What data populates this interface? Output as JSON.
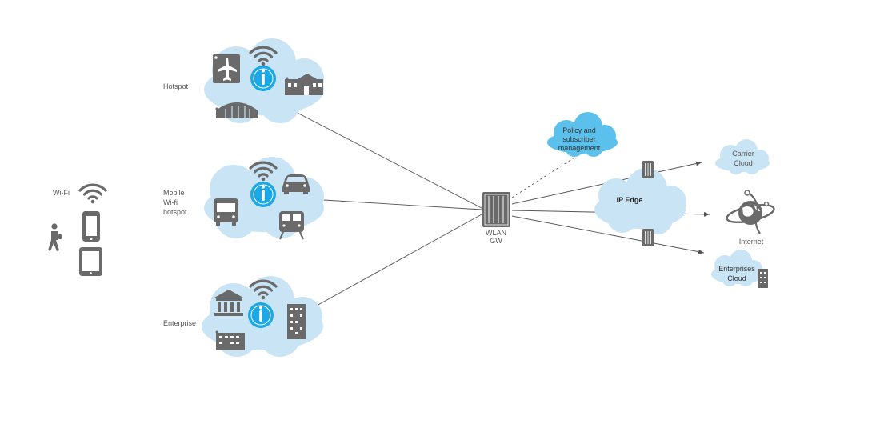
{
  "labels": {
    "wifi": "Wi-Fi",
    "hotspot": "Hotspot",
    "mobile_hotspot": [
      "Mobile",
      "Wi-fi",
      "hotspot"
    ],
    "enterprise": "Enterprise",
    "wlan_gw": [
      "WLAN",
      "GW"
    ],
    "policy": [
      "Policy and",
      "subscriber",
      "management"
    ],
    "ip_edge": "IP Edge",
    "carrier_cloud": [
      "Carrier",
      "Cloud"
    ],
    "internet": "Internet",
    "enterprises_cloud": [
      "Enterprises",
      "Cloud"
    ]
  },
  "icons": [
    "wifi-icon",
    "pedestrian-icon",
    "smartphone-icon",
    "tablet-icon",
    "airplane-icon",
    "access-point-icon",
    "building-icon",
    "hangar-icon",
    "car-icon",
    "bus-icon",
    "train-icon",
    "bank-icon",
    "office-building-icon",
    "router-icon",
    "globe-icon",
    "server-icon"
  ],
  "colors": {
    "cloud_light": "#c9e4f4",
    "cloud_accent": "#5bc1ec",
    "access_point": "#1aa8e6",
    "icon_gray": "#6a6a6a",
    "line": "#555555"
  }
}
